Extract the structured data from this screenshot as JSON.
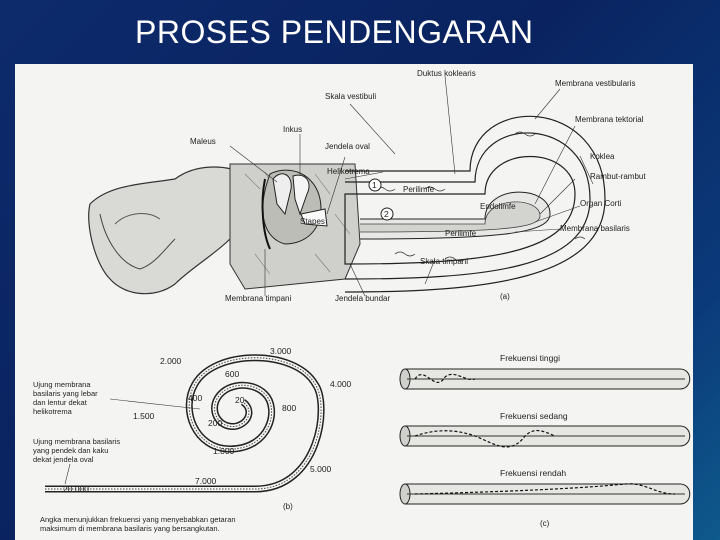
{
  "slide": {
    "title": "PROSES PENDENGARAN"
  },
  "panel_a": {
    "labels": {
      "duktus_koklearis": "Duktus koklearis",
      "skala_vestibuli": "Skala vestibuli",
      "membrana_vestibularis": "Membrana vestibularis",
      "inkus": "Inkus",
      "maleus": "Maleus",
      "jendela_oval": "Jendela oval",
      "membrana_tektorial": "Membrana tektorial",
      "helikotrema": "Helikotrema",
      "perilimfe_top": "Perilimfe",
      "koklea": "Koklea",
      "rambut_rambut": "Rambut-rambut",
      "endolimfe": "Endolimfe",
      "organ_corti": "Organ Corti",
      "stapes": "Stapes",
      "perilimfe_bottom": "Perilimfe",
      "membrana_basilaris": "Membrana basilaris",
      "skala_timpani": "Skala timpani",
      "membrana_timpani": "Membrana timpani",
      "jendela_bundar": "Jendela bundar",
      "marker_1": "1",
      "marker_2": "2"
    },
    "panel_label": "(a)"
  },
  "panel_b": {
    "frequencies": {
      "f3000": "3.000",
      "f2000": "2.000",
      "f600": "600",
      "f4000": "4.000",
      "f400": "400",
      "f20": "20",
      "f800": "800",
      "f1500": "1.500",
      "f200": "200",
      "f1000": "1.000",
      "f5000": "5.000",
      "f7000": "7.000",
      "f20000": "20.000"
    },
    "note_wide": "Ujung membrana basilaris yang lebar dan lentur dekat helikotrema",
    "note_narrow": "Ujung membrana basilaris yang pendek dan kaku dekat jendela oval",
    "panel_label": "(b)",
    "caption": "Angka menunjukkan frekuensi yang menyebabkan getaran maksimum di membrana basilaris yang bersangkutan."
  },
  "panel_c": {
    "high": "Frekuensi tinggi",
    "medium": "Frekuensi sedang",
    "low": "Frekuensi rendah",
    "panel_label": "(c)"
  }
}
